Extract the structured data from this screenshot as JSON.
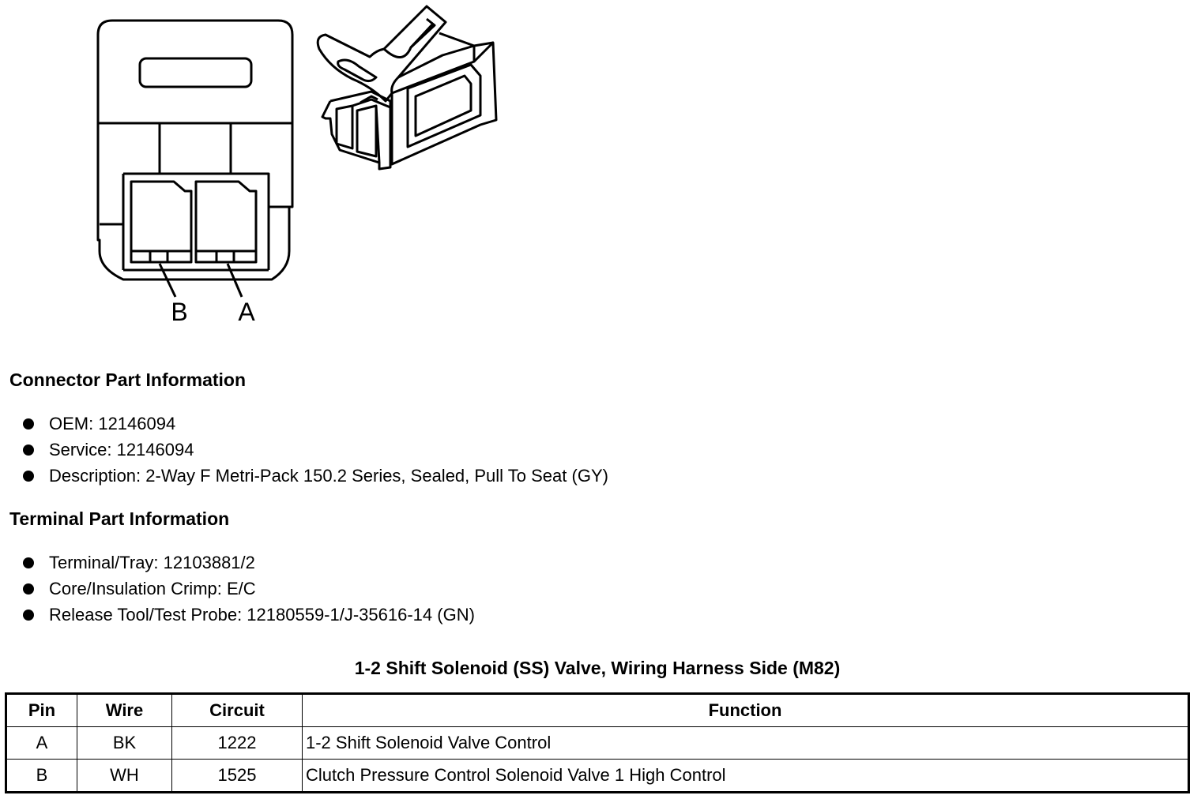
{
  "diagram": {
    "pin_labels": [
      "B",
      "A"
    ]
  },
  "connector_info": {
    "heading": "Connector Part Information",
    "items": [
      "OEM: 12146094",
      "Service: 12146094",
      "Description: 2-Way F Metri-Pack 150.2 Series, Sealed, Pull To Seat (GY)"
    ]
  },
  "terminal_info": {
    "heading": "Terminal Part Information",
    "items": [
      "Terminal/Tray: 12103881/2",
      "Core/Insulation Crimp: E/C",
      "Release Tool/Test Probe: 12180559-1/J-35616-14 (GN)"
    ]
  },
  "table": {
    "title": "1-2 Shift Solenoid (SS) Valve, Wiring Harness Side (M82)",
    "headers": [
      "Pin",
      "Wire",
      "Circuit",
      "Function"
    ],
    "rows": [
      [
        "A",
        "BK",
        "1222",
        "1-2 Shift Solenoid Valve Control"
      ],
      [
        "B",
        "WH",
        "1525",
        "Clutch Pressure Control Solenoid Valve 1 High Control"
      ]
    ]
  }
}
